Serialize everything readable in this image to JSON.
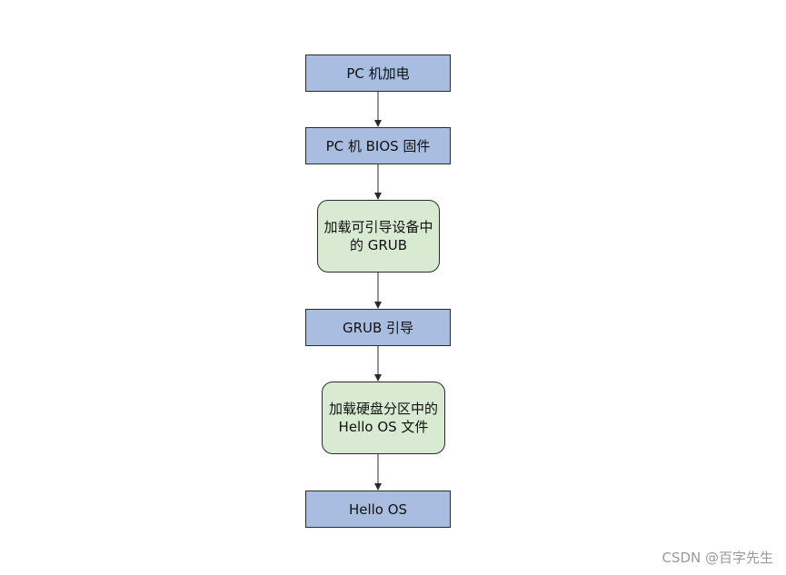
{
  "nodes": {
    "power_on": {
      "label": "PC 机加电"
    },
    "bios": {
      "label": "PC 机 BIOS 固件"
    },
    "load_grub": {
      "line1": "加载可引导设备中",
      "line2": "的 GRUB"
    },
    "grub_boot": {
      "label": "GRUB 引导"
    },
    "load_os": {
      "line1": "加载硬盘分区中的",
      "line2": "Hello OS 文件"
    },
    "hello_os": {
      "label": "Hello OS"
    }
  },
  "colors": {
    "process_fill": "#a8bde0",
    "rounded_fill": "#d9ead3",
    "stroke": "#2b2b2b"
  },
  "watermark": "CSDN @百字先生"
}
